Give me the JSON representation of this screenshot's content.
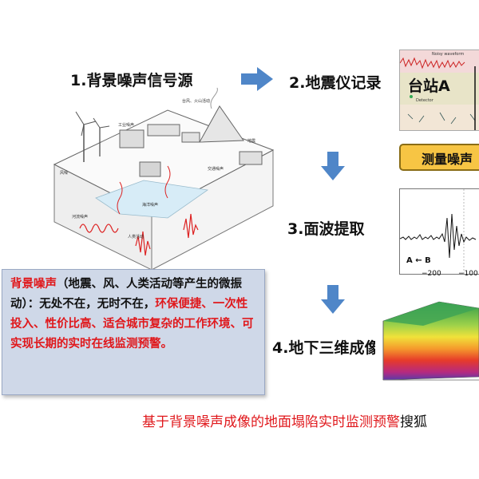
{
  "steps": [
    {
      "label": "1.背景噪声信号源"
    },
    {
      "label": "2.地震仪记录"
    },
    {
      "label": "3.面波提取"
    },
    {
      "label": "4.地下三维成像"
    }
  ],
  "station": {
    "title": "台站A",
    "waveform_caption": "Noisy waveform",
    "detector_caption": "Detector"
  },
  "measure_box": {
    "label": "测量噪声"
  },
  "surface_wave": {
    "arrow_label": "A ← B",
    "ticks": [
      "−200",
      "−100"
    ]
  },
  "source_scene": {
    "labels": [
      "台风、火山活动",
      "工业噪声",
      "海洋噪声",
      "风噪",
      "交通噪声",
      "地震",
      "人类活动",
      "河流噪声"
    ]
  },
  "description": {
    "red_lead": "背景噪声",
    "black_part": "（地震、风、人类活动等产生的微振动）：无处不在，无时不在，",
    "red_tail": "环保便捷、一次性投入、性价比高、适合城市复杂的工作环境、可实现长期的实时在线监测预警。"
  },
  "bottom_title": {
    "main": "基于背景噪声成像的地面塌陷实时监测预警",
    "tail": "搜狐"
  },
  "colors": {
    "arrow_blue": "#4f86c8",
    "accent_red": "#e0181c",
    "measure_box": "#f7c544",
    "text_box_bg": "#cfd8e8"
  }
}
